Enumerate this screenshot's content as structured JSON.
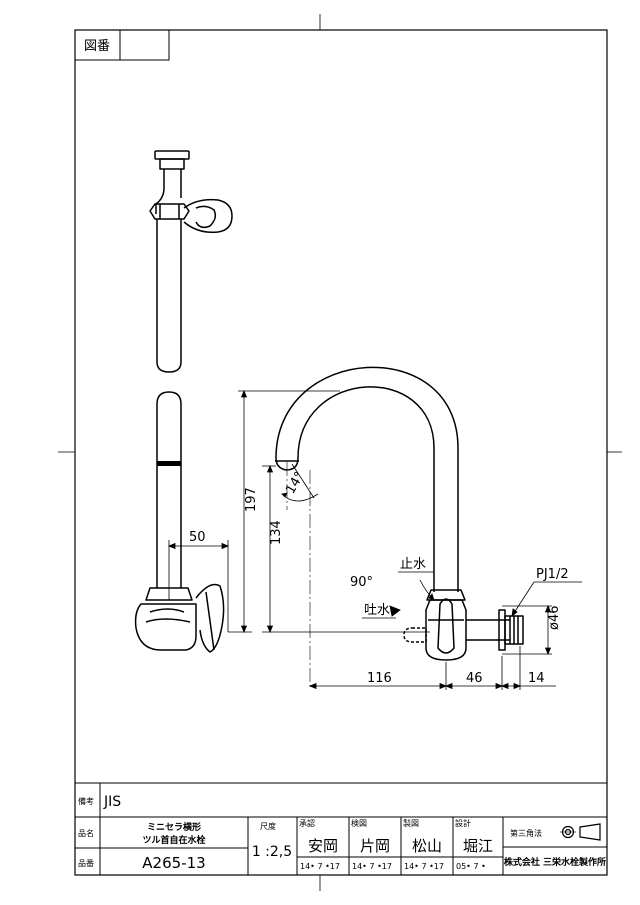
{
  "header": {
    "drawing_number_label": "図番",
    "drawing_number_value": ""
  },
  "annotations": {
    "angle_tip": "14°",
    "angle_handle": "90°",
    "stop_water": "止水",
    "discharge": "吐水",
    "thread_spec": "PJ1/2"
  },
  "dimensions": {
    "side_offset": "50",
    "height_total": "197",
    "height_spout": "134",
    "reach_spout": "116",
    "wall_offset": "46",
    "thread_length": "14",
    "outer_diameter": "ø46"
  },
  "title_block": {
    "remarks_label": "備考",
    "remarks_value": "JIS",
    "name_label": "品名",
    "name_line1": "ミニセラ横形",
    "name_line2": "ツル首自在水栓",
    "number_label": "品番",
    "number_value": "A265-13",
    "scale_label": "尺度",
    "scale_value": "1 :2,5",
    "approved_label": "承認",
    "approved_name": "安岡",
    "approved_date": "14• 7 •17",
    "checked_label": "検図",
    "checked_name": "片岡",
    "checked_date": "14• 7 •17",
    "drawn_label": "製図",
    "drawn_name": "松山",
    "drawn_date": "14• 7 •17",
    "design_label": "設計",
    "design_name": "堀江",
    "design_date": "05• 7 •",
    "projection_label": "第三角法",
    "company": "株式会社 三栄水栓製作所"
  }
}
